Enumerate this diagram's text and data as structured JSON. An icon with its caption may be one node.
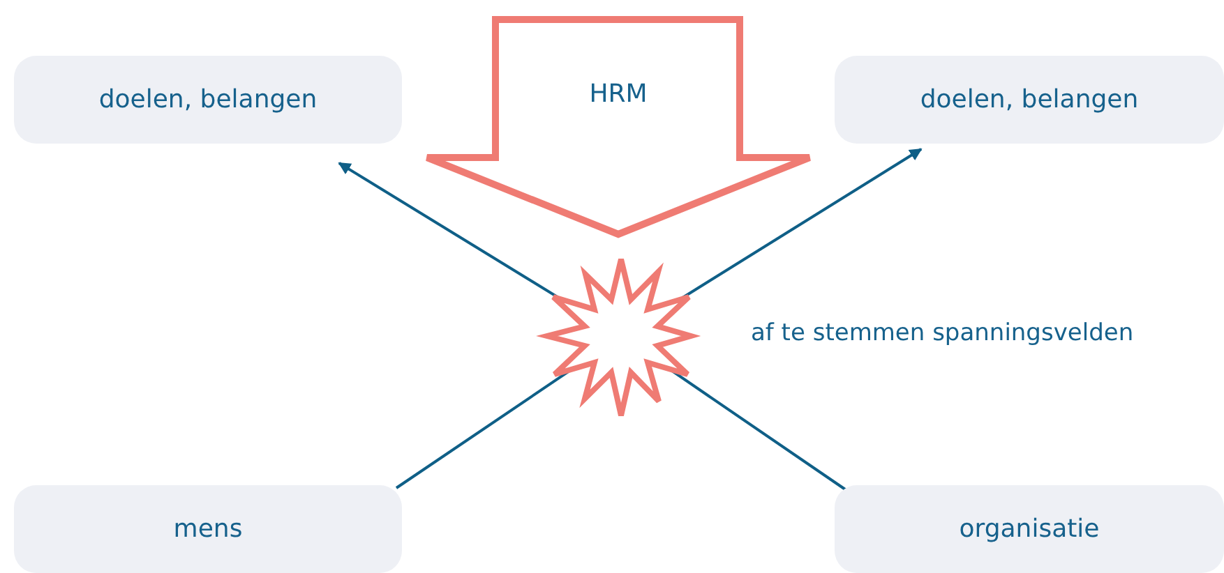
{
  "diagram": {
    "nodes": [
      {
        "text": [
          "doelen, belangen"
        ]
      },
      {
        "text": [
          "HRM"
        ]
      },
      {
        "text": [
          "doelen, belangen"
        ]
      },
      {
        "text": [],
        "shape": "star",
        "beside": [
          "af te stemmen spanningsvelden"
        ]
      },
      {
        "text": [
          "mens"
        ]
      },
      {
        "text": [
          "organisatie"
        ]
      }
    ],
    "edges": [
      {
        "from": 4,
        "to": 3,
        "arrow": "none"
      },
      {
        "from": 3,
        "to": 2,
        "arrow": "to"
      },
      {
        "from": 5,
        "to": 3,
        "arrow": "none"
      },
      {
        "from": 3,
        "to": 0,
        "arrow": "to"
      }
    ]
  }
}
